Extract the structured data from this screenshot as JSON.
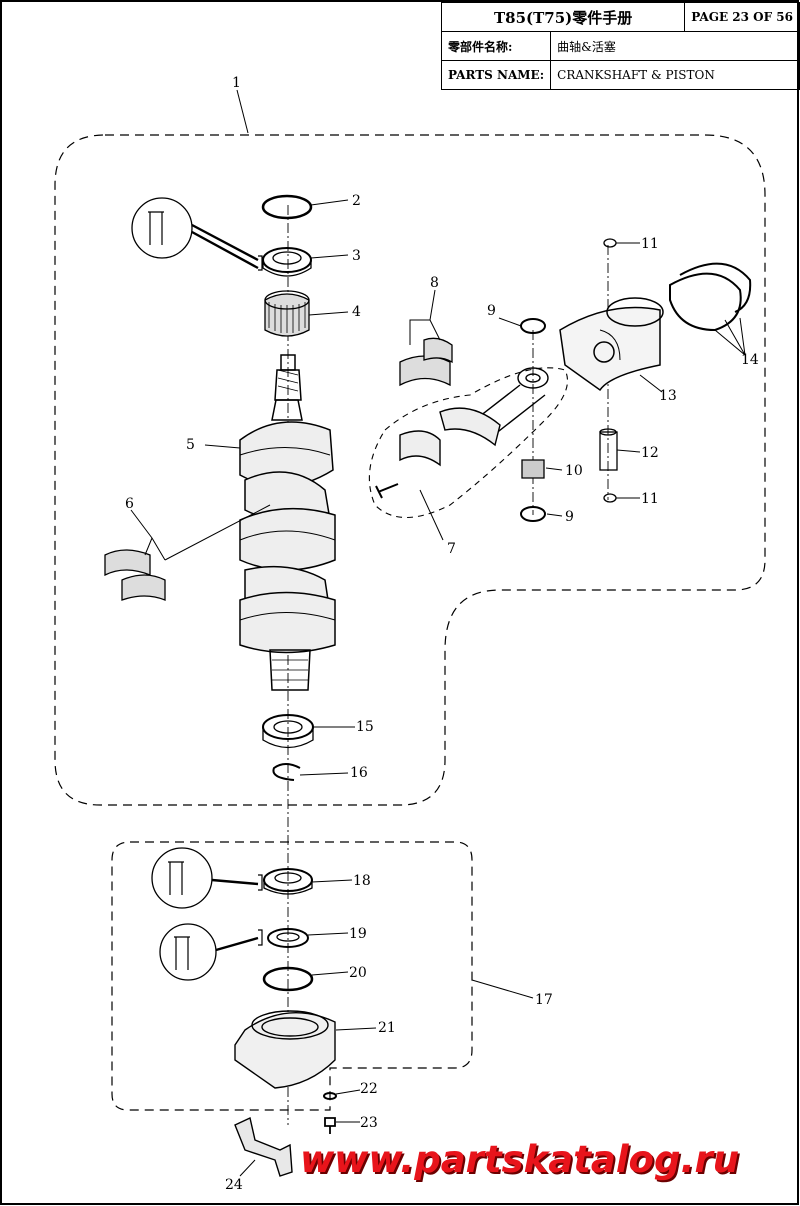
{
  "header": {
    "title": "T85(T75)零件手册",
    "page": "PAGE 23 OF 56",
    "name_cn_label": "零部件名称:",
    "name_cn_value": "曲轴&活塞",
    "name_en_label": "PARTS NAME:",
    "name_en_value": "CRANKSHAFT & PISTON"
  },
  "callouts": [
    "1",
    "2",
    "3",
    "4",
    "5",
    "6",
    "7",
    "8",
    "9",
    "9",
    "10",
    "11",
    "11",
    "12",
    "13",
    "14",
    "15",
    "16",
    "17",
    "18",
    "19",
    "20",
    "21",
    "22",
    "23",
    "24"
  ],
  "watermark": "www.partskatalog.ru",
  "colors": {
    "watermark": "#e8141b",
    "line": "#000000"
  }
}
